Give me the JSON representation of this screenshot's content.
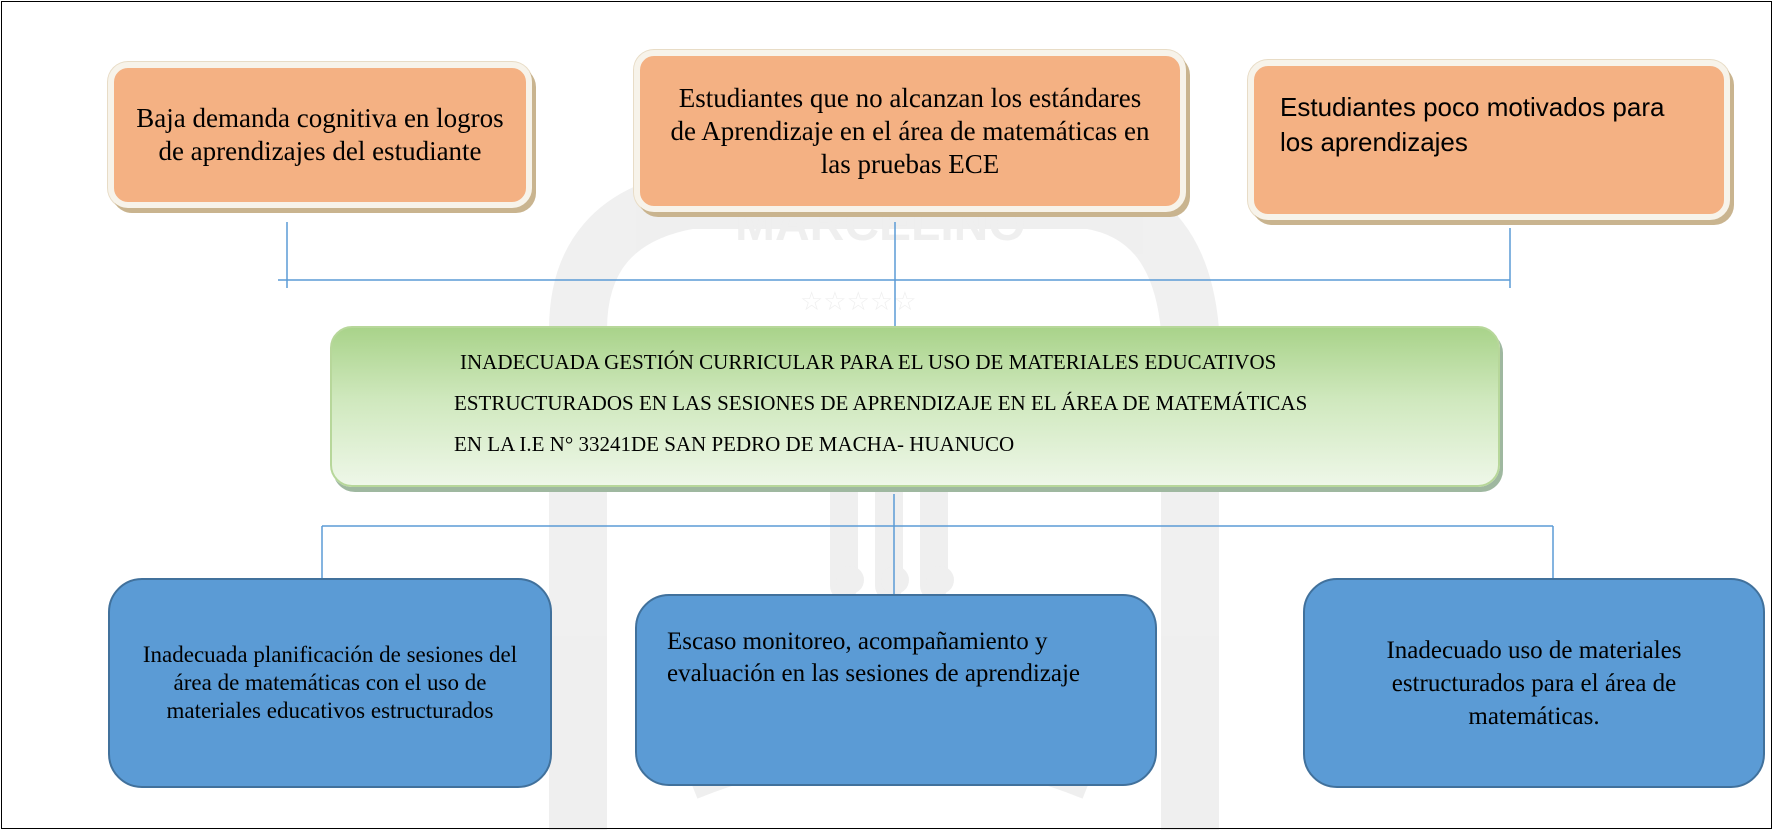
{
  "effects": [
    {
      "text": "Baja demanda cognitiva en logros de aprendizajes del estudiante"
    },
    {
      "text": "Estudiantes que no alcanzan los estándares de Aprendizaje en el área de matemáticas en las pruebas ECE"
    },
    {
      "text": "Estudiantes poco motivados para los aprendizajes"
    }
  ],
  "central_problem": {
    "lines": [
      "INADECUADA GESTIÓN CURRICULAR PARA EL USO DE MATERIALES EDUCATIVOS",
      "ESTRUCTURADOS EN LAS SESIONES DE APRENDIZAJE EN EL ÁREA DE MATEMÁTICAS",
      "EN LA I.E N° 33241DE SAN PEDRO DE MACHA- HUANUCO"
    ]
  },
  "causes": [
    {
      "text": "Inadecuada planificación de sesiones del área de matemáticas con el uso de materiales educativos estructurados"
    },
    {
      "text": "Escaso monitoreo, acompañamiento y evaluación en las sesiones de aprendizaje"
    },
    {
      "text": "Inadecuado uso de materiales estructurados para el área de matemáticas."
    }
  ],
  "watermark": {
    "text": "MARCELINO"
  },
  "colors": {
    "effect_fill": "#f4b183",
    "problem_fill": "#a9d38a",
    "cause_fill": "#5b9bd5",
    "connector": "#5b9bd5"
  }
}
